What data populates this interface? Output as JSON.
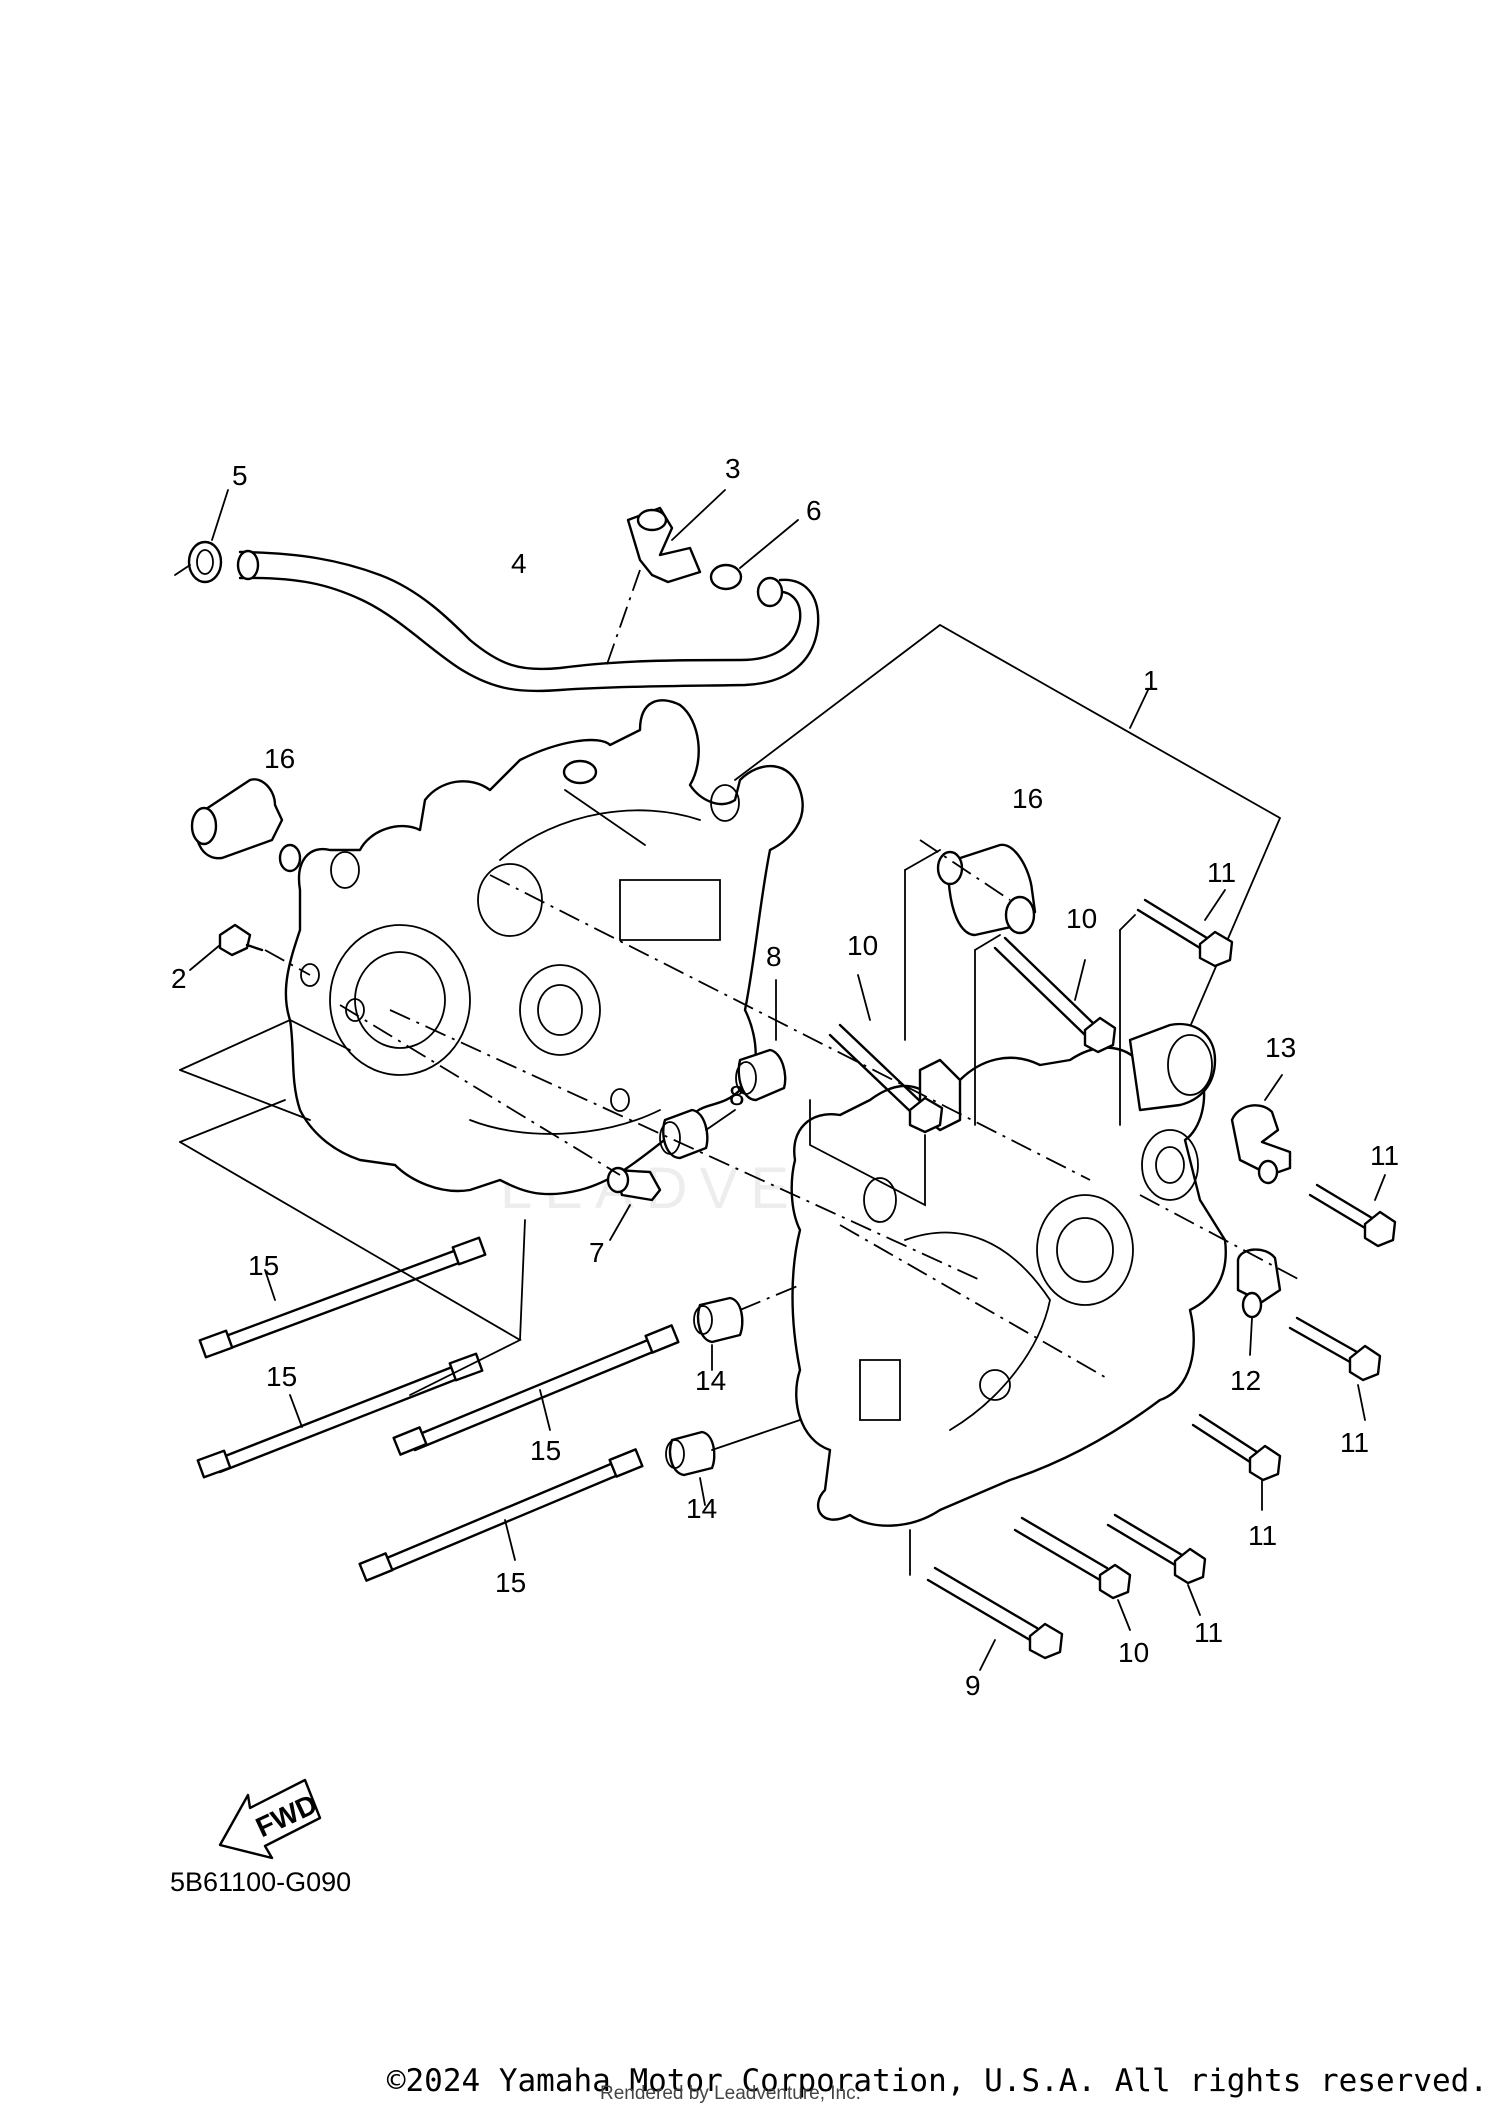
{
  "diagram": {
    "callouts": [
      {
        "id": "c1",
        "label": "1"
      },
      {
        "id": "c2",
        "label": "2"
      },
      {
        "id": "c3",
        "label": "3"
      },
      {
        "id": "c4",
        "label": "4"
      },
      {
        "id": "c5",
        "label": "5"
      },
      {
        "id": "c6",
        "label": "6"
      },
      {
        "id": "c7",
        "label": "7"
      },
      {
        "id": "c8a",
        "label": "8"
      },
      {
        "id": "c8b",
        "label": "8"
      },
      {
        "id": "c9",
        "label": "9"
      },
      {
        "id": "c10a",
        "label": "10"
      },
      {
        "id": "c10b",
        "label": "10"
      },
      {
        "id": "c10c",
        "label": "10"
      },
      {
        "id": "c11a",
        "label": "11"
      },
      {
        "id": "c11b",
        "label": "11"
      },
      {
        "id": "c11c",
        "label": "11"
      },
      {
        "id": "c11d",
        "label": "11"
      },
      {
        "id": "c11e",
        "label": "11"
      },
      {
        "id": "c12",
        "label": "12"
      },
      {
        "id": "c13",
        "label": "13"
      },
      {
        "id": "c14a",
        "label": "14"
      },
      {
        "id": "c14b",
        "label": "14"
      },
      {
        "id": "c15a",
        "label": "15"
      },
      {
        "id": "c15b",
        "label": "15"
      },
      {
        "id": "c15c",
        "label": "15"
      },
      {
        "id": "c15d",
        "label": "15"
      },
      {
        "id": "c16a",
        "label": "16"
      },
      {
        "id": "c16b",
        "label": "16"
      }
    ],
    "fwd_label": "FWD",
    "diagram_code": "5B61100-G090"
  },
  "footer": {
    "copyright": "©2024 Yamaha Motor Corporation, U.S.A. All rights reserved.",
    "rendered_by": "Rendered by Leadventure, Inc.",
    "watermark": "LEADVENTURE"
  }
}
